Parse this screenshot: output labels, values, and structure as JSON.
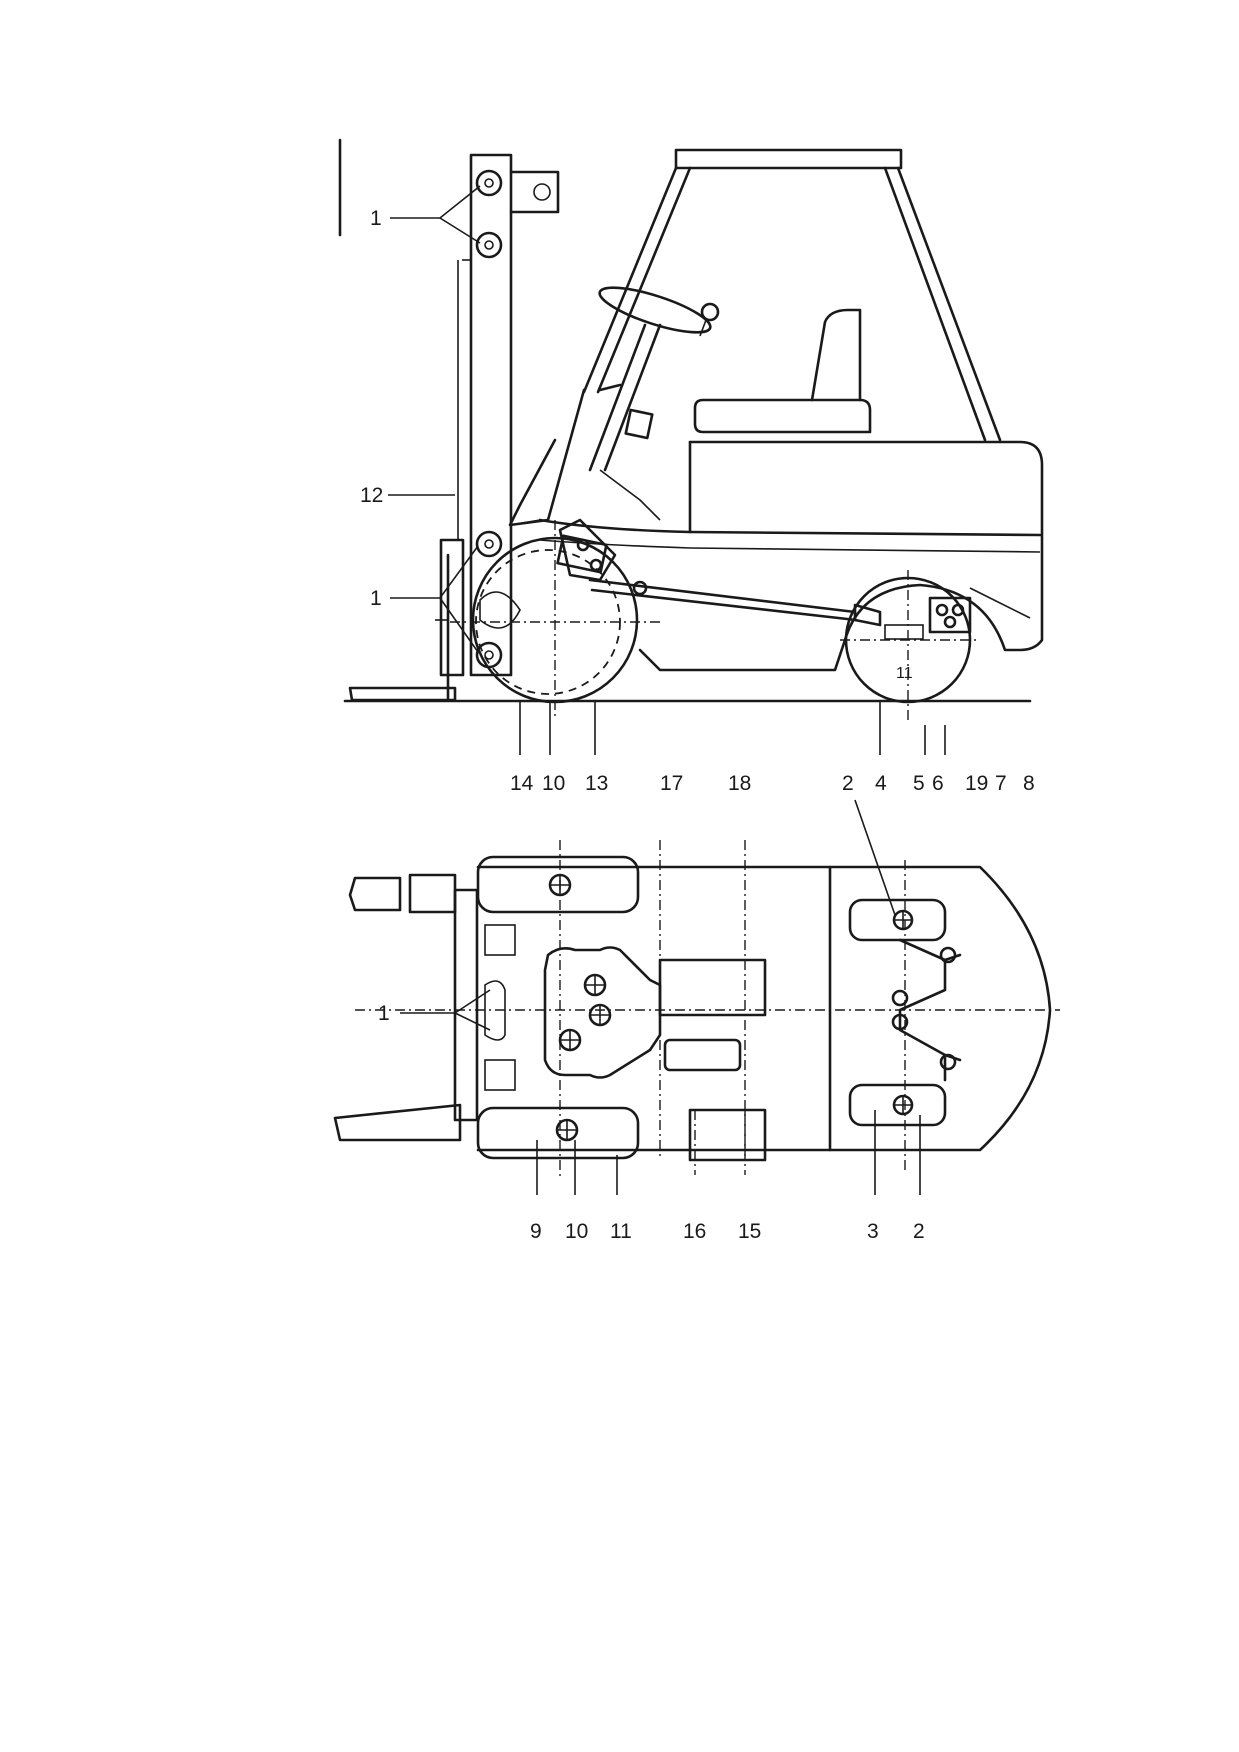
{
  "side_view": {
    "callouts": {
      "c1_top": "1",
      "c12": "12",
      "c1_mid": "1",
      "c11": "11",
      "c14": "14",
      "c10": "10",
      "c13": "13",
      "c17": "17",
      "c18": "18",
      "c2": "2",
      "c4": "4",
      "c5": "5",
      "c6": "6",
      "c19": "19",
      "c7": "7",
      "c8": "8"
    }
  },
  "plan_view": {
    "callouts": {
      "c1": "1",
      "c9": "9",
      "c10": "10",
      "c11": "11",
      "c16": "16",
      "c15": "15",
      "c3": "3",
      "c2": "2"
    }
  }
}
